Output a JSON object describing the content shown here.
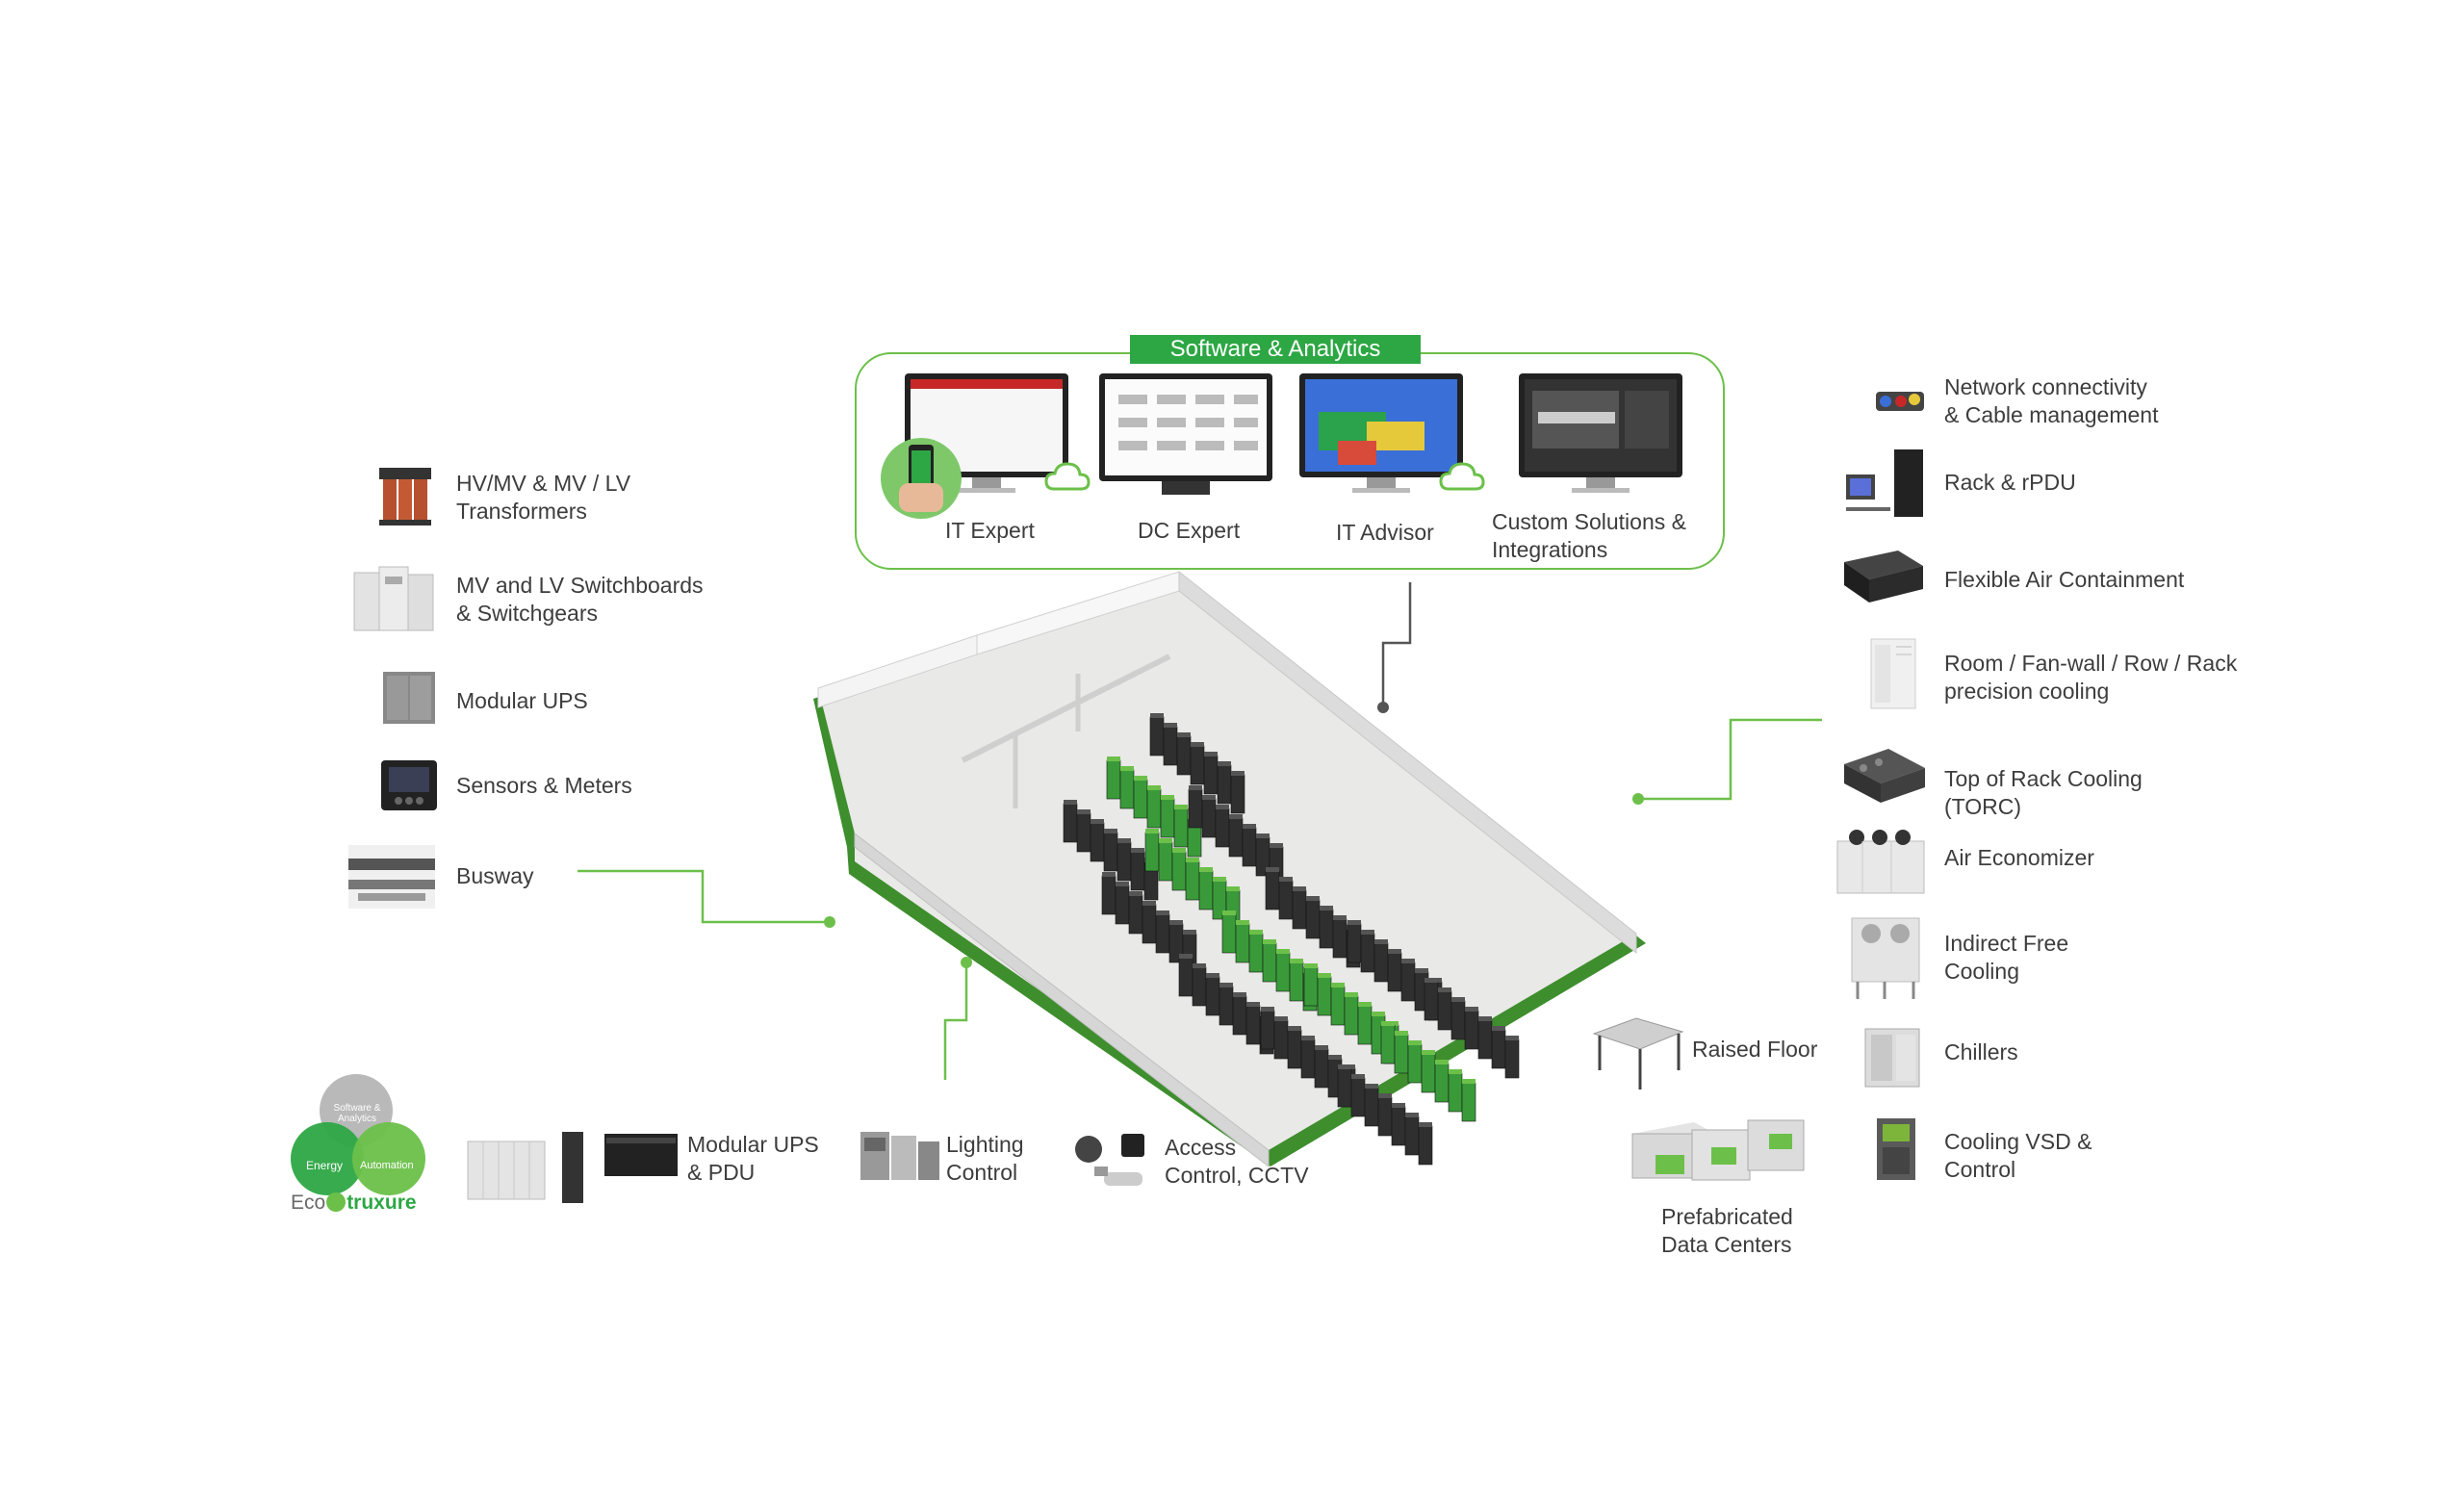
{
  "software": {
    "title": "Software & Analytics",
    "items": [
      "IT Expert",
      "DC Expert",
      "IT Advisor",
      "Custom Solutions &\nIntegrations"
    ]
  },
  "left": {
    "items": [
      "HV/MV & MV / LV\nTransformers",
      "MV and LV Switchboards\n& Switchgears",
      "Modular UPS",
      "Sensors & Meters",
      "Busway"
    ]
  },
  "bottom": {
    "ecostruxure": {
      "software": "Software &\nAnalytics",
      "energy": "Energy",
      "automation": "Automation",
      "brand_eco": "Eco",
      "brand_truxure": "truxure"
    },
    "items": [
      "Modular UPS\n& PDU",
      "Lighting\nControl",
      "Access\nControl, CCTV",
      "Raised Floor",
      "Prefabricated\nData Centers"
    ]
  },
  "right": {
    "items": [
      "Network connectivity\n& Cable management",
      "Rack & rPDU",
      "Flexible Air Containment",
      "Room / Fan-wall / Row / Rack\nprecision cooling",
      "Top of Rack Cooling\n(TORC)",
      "Air Economizer",
      "Indirect Free\nCooling",
      "Chillers",
      "Cooling VSD &\nControl"
    ]
  },
  "colors": {
    "accent_green": "#6cc04a",
    "brand_green": "#2da744",
    "connector_gray": "#555555"
  }
}
